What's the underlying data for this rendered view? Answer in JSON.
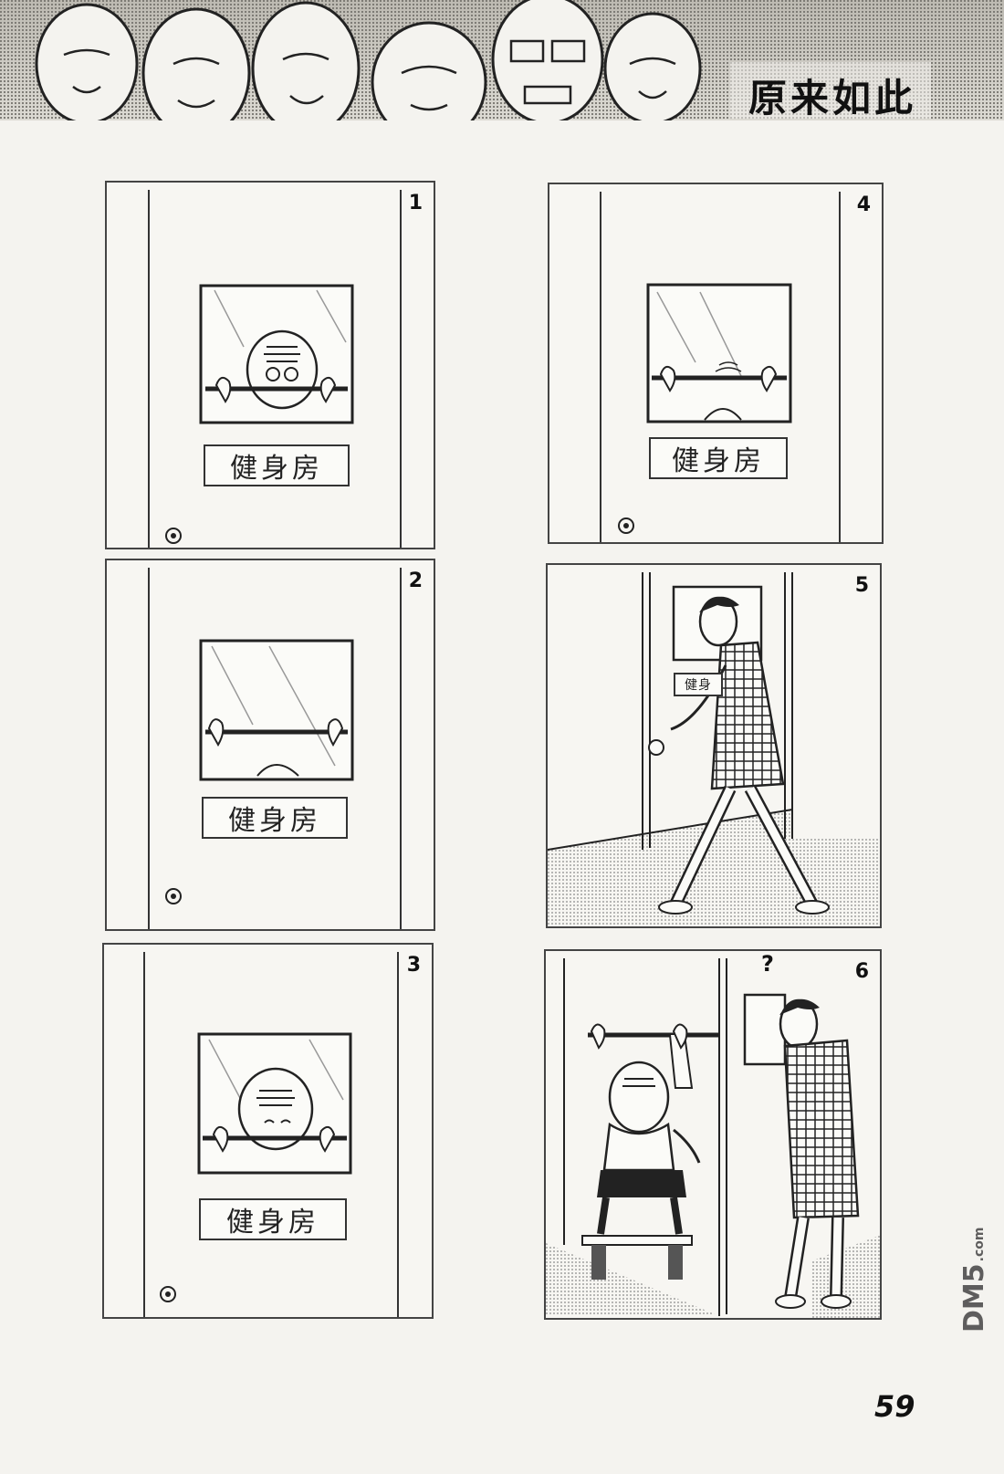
{
  "header": {
    "title": "原来如此"
  },
  "panels": [
    {
      "number": "1",
      "sign": "健身房"
    },
    {
      "number": "2",
      "sign": "健身房"
    },
    {
      "number": "3",
      "sign": "健身房"
    },
    {
      "number": "4",
      "sign": "健身房"
    },
    {
      "number": "5",
      "sign": "健身"
    },
    {
      "number": "6",
      "question": "?"
    }
  ],
  "page_number": "59",
  "watermark": {
    "logo": "DM5",
    "suffix": ".com"
  }
}
